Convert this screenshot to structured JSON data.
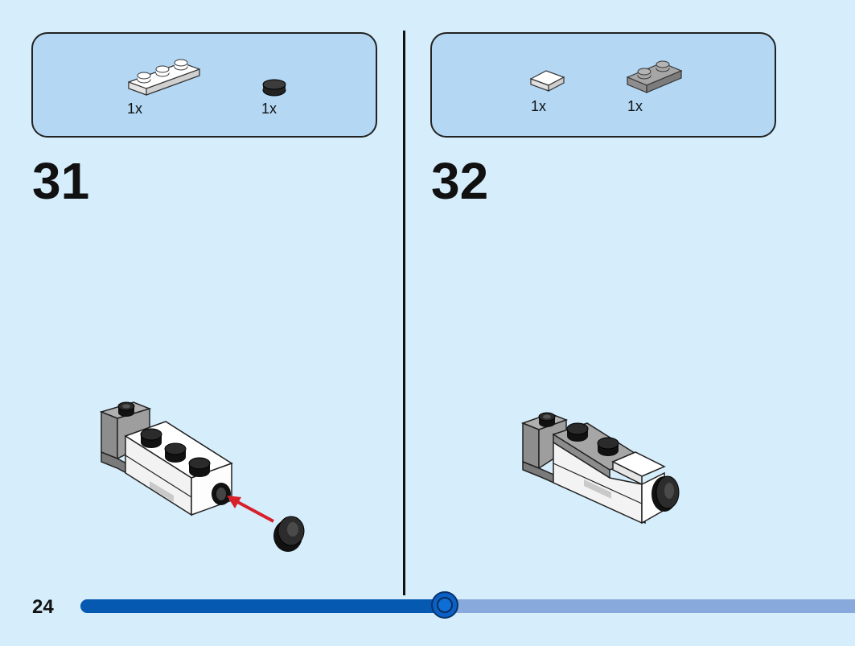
{
  "colors": {
    "background": "#d6edfc",
    "parts_box": "#b4d8f4",
    "progress_fill": "#0559b1",
    "progress_track": "#87a9dc",
    "arrow": "#d8202a"
  },
  "steps": [
    {
      "number": "31",
      "parts": [
        {
          "icon": "white-1x3-plate-icon",
          "qty": "1x"
        },
        {
          "icon": "black-round-tile-icon",
          "qty": "1x"
        }
      ],
      "illustration": "step-31-build-icon"
    },
    {
      "number": "32",
      "parts": [
        {
          "icon": "white-1x1-tile-icon",
          "qty": "1x"
        },
        {
          "icon": "gray-1x2-plate-icon",
          "qty": "1x"
        }
      ],
      "illustration": "step-32-build-icon"
    }
  ],
  "page_number": "24",
  "progress": 0.47
}
